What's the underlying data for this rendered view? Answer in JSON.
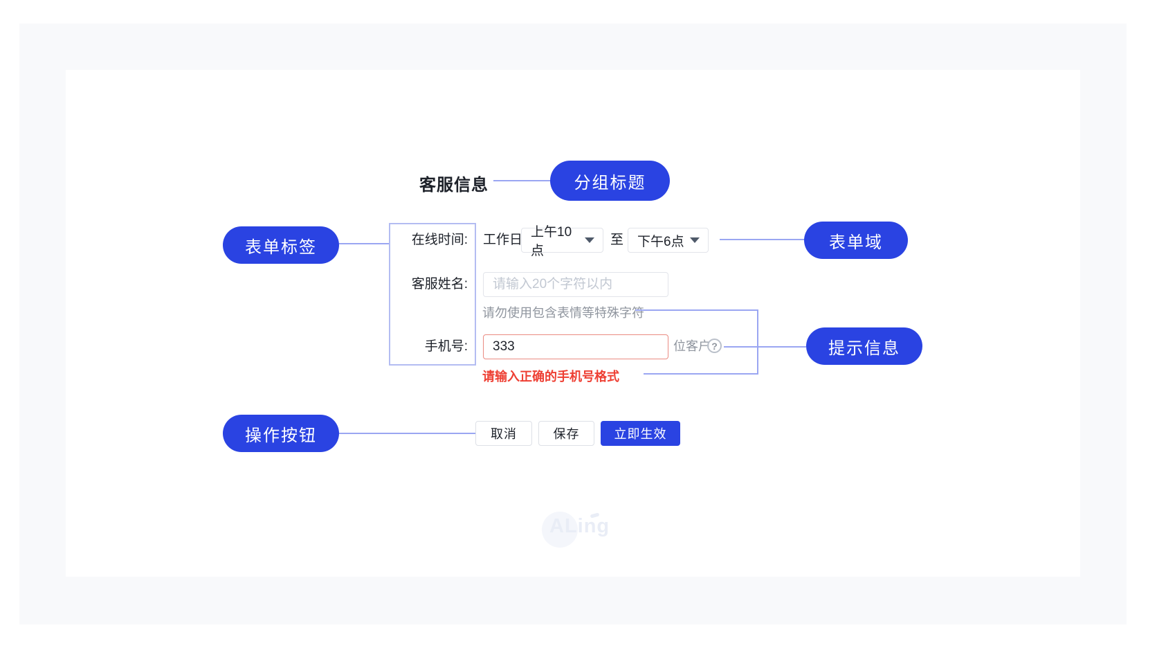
{
  "form": {
    "group_title": "客服信息",
    "online_time": {
      "label": "在线时间:",
      "prefix": "工作日",
      "start_value": "上午10点",
      "separator": "至",
      "end_value": "下午6点"
    },
    "service_name": {
      "label": "客服姓名:",
      "placeholder": "请输入20个字符以内",
      "helper": "请勿使用包含表情等特殊字符"
    },
    "phone": {
      "label": "手机号:",
      "value": "333",
      "suffix": "位客户",
      "error": "请输入正确的手机号格式"
    },
    "buttons": {
      "cancel": "取消",
      "save": "保存",
      "submit": "立即生效"
    }
  },
  "annotations": {
    "group_title": "分组标题",
    "form_label": "表单标签",
    "form_field": "表单域",
    "hint_info": "提示信息",
    "action_buttons": "操作按钮"
  },
  "icons": {
    "question_mark": "?"
  },
  "watermark": "ALing",
  "colors": {
    "annotation_blue": "#2a43e2",
    "connector_blue": "#9aa6f2",
    "bracket_border": "#b3bcf2",
    "primary_button": "#2a43e2",
    "error_text": "#ee3f33",
    "error_border": "#ea8a81",
    "helper_gray": "#8f959e",
    "panel_bg": "#f8f9fb"
  }
}
